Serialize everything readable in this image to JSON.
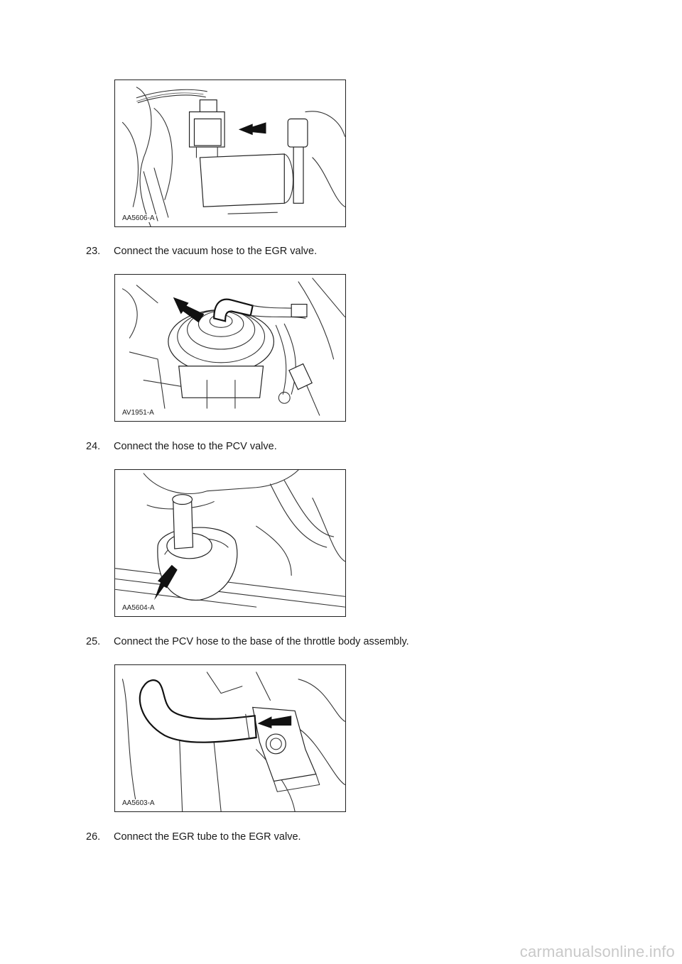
{
  "figures": [
    {
      "code": "AA5606-A",
      "depicts": "connector-with-arrow"
    },
    {
      "code": "AV1951-A",
      "depicts": "egr-valve-vacuum-hose"
    },
    {
      "code": "AA5604-A",
      "depicts": "pcv-valve-hose"
    },
    {
      "code": "AA5603-A",
      "depicts": "pcv-hose-throttle-body"
    }
  ],
  "steps": [
    {
      "number": "23.",
      "text": "Connect the vacuum hose to the EGR valve."
    },
    {
      "number": "24.",
      "text": "Connect the hose to the PCV valve."
    },
    {
      "number": "25.",
      "text": "Connect the PCV hose to the base of the throttle body assembly."
    },
    {
      "number": "26.",
      "text": "Connect the EGR tube to the EGR valve."
    }
  ],
  "footer": {
    "brand": "carmanualsonline.info"
  }
}
